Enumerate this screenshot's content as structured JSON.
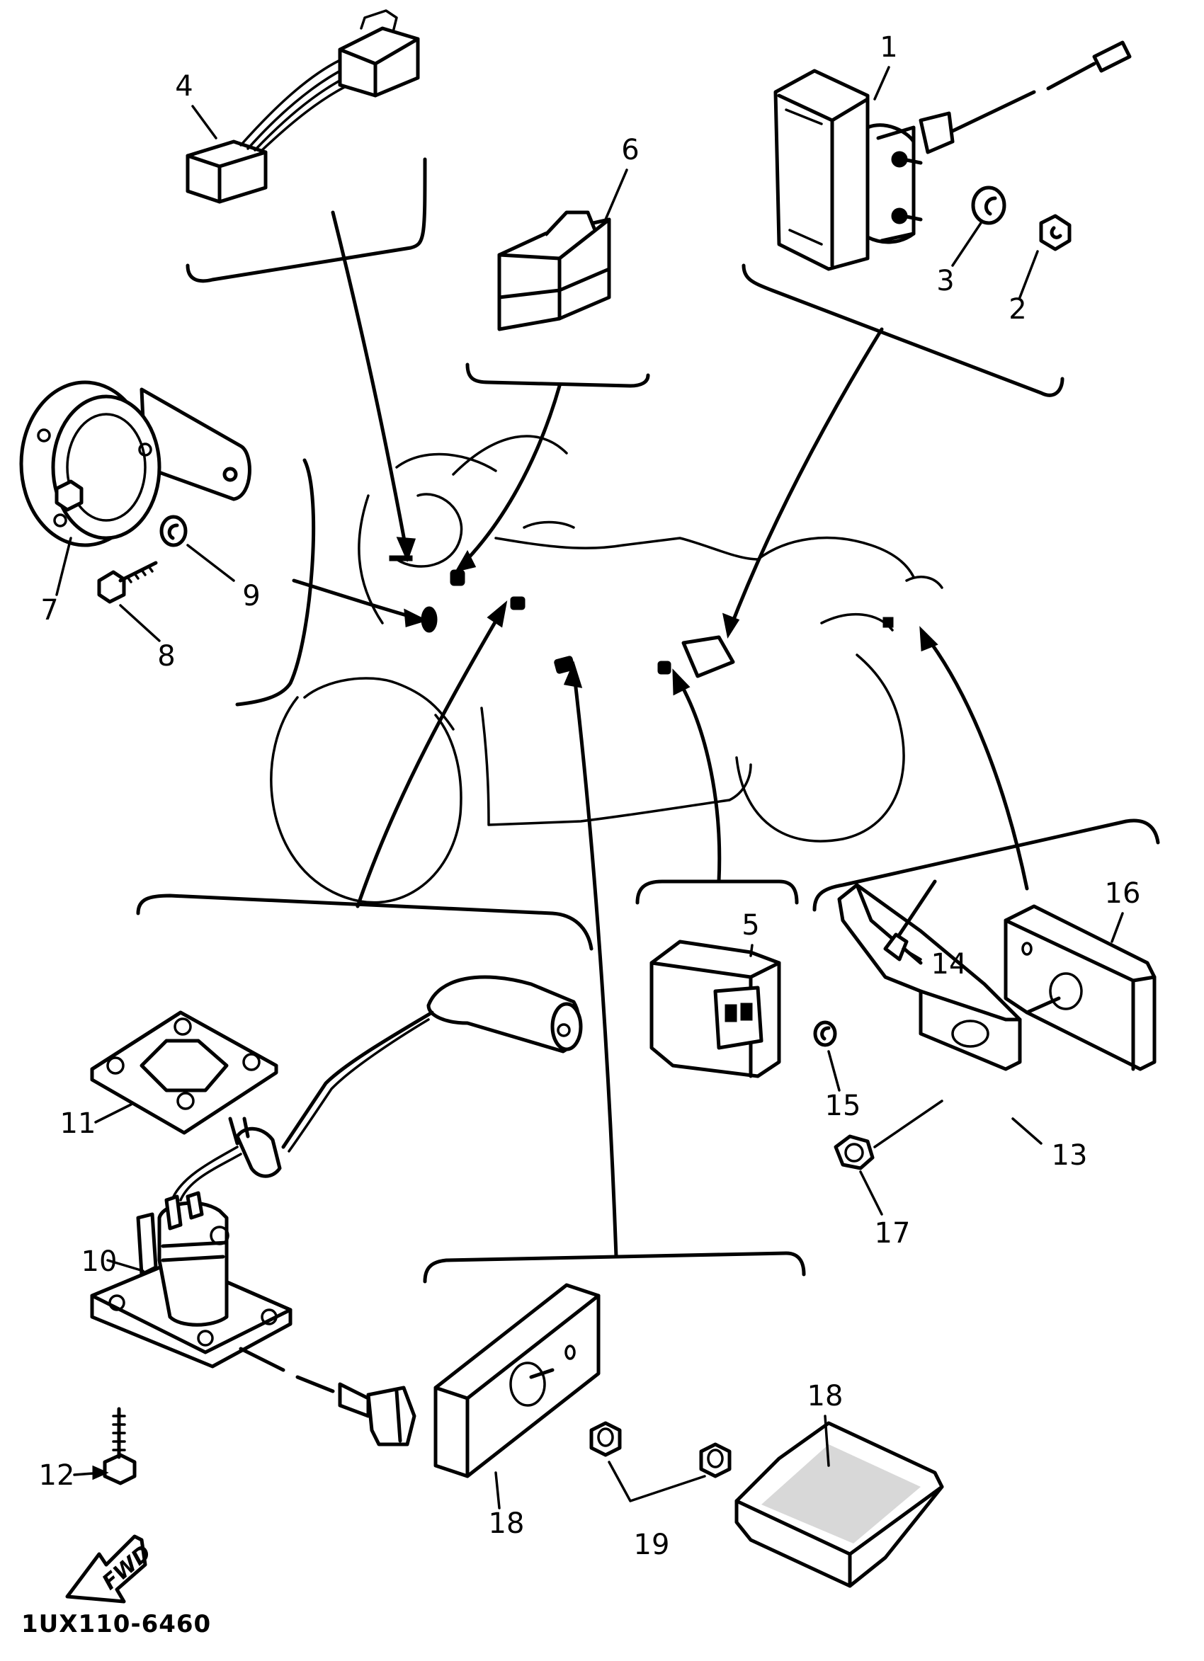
{
  "diagram": {
    "code": "1UX110-6460",
    "fwd_label": "FWD",
    "callouts": {
      "c1": "1",
      "c2": "2",
      "c3": "3",
      "c4": "4",
      "c5": "5",
      "c6": "6",
      "c7": "7",
      "c8": "8",
      "c9": "9",
      "c10": "10",
      "c11": "11",
      "c12": "12",
      "c13": "13",
      "c14": "14",
      "c15": "15",
      "c16": "16",
      "c17": "17",
      "c18a": "18",
      "c18b": "18",
      "c19": "19"
    },
    "parts": [
      {
        "id": "1",
        "name": "starter-relay"
      },
      {
        "id": "2",
        "name": "nut"
      },
      {
        "id": "3",
        "name": "lock-washer"
      },
      {
        "id": "4",
        "name": "connector-harness"
      },
      {
        "id": "5",
        "name": "flasher-relay"
      },
      {
        "id": "6",
        "name": "relay"
      },
      {
        "id": "7",
        "name": "horn"
      },
      {
        "id": "8",
        "name": "bolt"
      },
      {
        "id": "9",
        "name": "lock-washer"
      },
      {
        "id": "10",
        "name": "fuel-sender-unit"
      },
      {
        "id": "11",
        "name": "gasket"
      },
      {
        "id": "12",
        "name": "bolt"
      },
      {
        "id": "13",
        "name": "bracket"
      },
      {
        "id": "14",
        "name": "rivet"
      },
      {
        "id": "15",
        "name": "washer"
      },
      {
        "id": "16",
        "name": "reflector-rear"
      },
      {
        "id": "17",
        "name": "nut"
      },
      {
        "id": "18",
        "name": "reflector"
      },
      {
        "id": "19",
        "name": "nut"
      }
    ]
  }
}
